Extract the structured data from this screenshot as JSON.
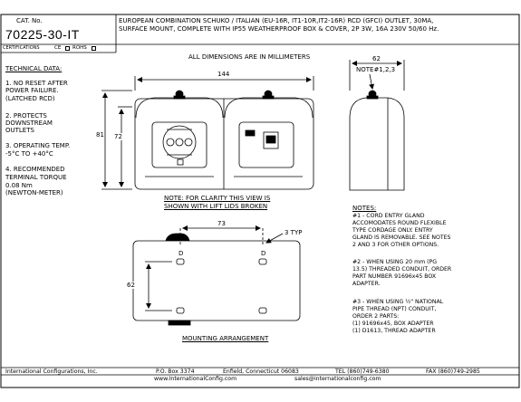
{
  "header": {
    "cat_label": "CAT. No.",
    "cat_number": "70225-30-IT",
    "description": [
      "EUROPEAN COMBINATION SCHUKO / ITALIAN (EU-16R, IT1-10R,IT2-16R) RCD (GFCI) OUTLET, 30MA,",
      "SURFACE MOUNT, COMPLETE WITH IP55 WEATHERPROOF BOX & COVER, 2P 3W, 16A 230V 50/60 Hz."
    ],
    "certifications_label": "CERTIFICATIONS",
    "cert_ce": "CE",
    "cert_rohs": "ROHS"
  },
  "dimensions_note": "ALL DIMENSIONS ARE IN MILLIMETERS",
  "technical": {
    "title": "TECHNICAL DATA:",
    "items": [
      [
        "1. NO RESET AFTER",
        "POWER FAILURE.",
        "(LATCHED RCD)"
      ],
      [
        "2. PROTECTS",
        "DOWNSTREAM",
        "OUTLETS"
      ],
      [
        "3. OPERATING TEMP.",
        "-5°C TO +40°C"
      ],
      [
        "4. RECOMMENDED",
        "TERMINAL TORQUE",
        "0.08 Nm",
        "(NEWTON-METER)"
      ]
    ]
  },
  "front_view": {
    "dim_width": "144",
    "dim_height_outer": "81",
    "dim_height_inner": "72",
    "note": [
      "NOTE: FOR CLARITY THIS VIEW IS",
      "SHOWN WITH LIFT LIDS BROKEN"
    ]
  },
  "side_view": {
    "dim_depth": "62",
    "note_ref": "NOTE#1,2,3"
  },
  "mounting": {
    "dim_spacing": "73",
    "dim_height": "62",
    "dim_typ": "3 TYP",
    "hole_left": "D",
    "hole_right": "D",
    "title": "MOUNTING ARRANGEMENT"
  },
  "notes": {
    "title": "NOTES:",
    "items": [
      [
        "#1 - CORD ENTRY GLAND",
        "ACCOMODATES ROUND FLEXIBLE",
        "TYPE CORDAGE ONLY. ENTRY",
        "GLAND IS REMOVABLE. SEE NOTES",
        "2 AND 3 FOR OTHER OPTIONS."
      ],
      [
        "#2 - WHEN USING 20 mm (PG",
        "13.5) THREADED CONDUIT, ORDER",
        "PART NUMBER 91696x45 BOX",
        "ADAPTER."
      ],
      [
        "#3 - WHEN USING ½\" NATIONAL",
        "PIPE THREAD (NPT) CONDUIT,",
        "ORDER 2 PARTS:",
        "(1) 91696x45, BOX ADAPTER",
        "(1) D1613, THREAD ADAPTER"
      ]
    ]
  },
  "footer": {
    "company": "International Configurations, Inc.",
    "pobox": "P.O. Box 3374",
    "city": "Enfield, Connecticut 06083",
    "tel": "TEL (860)749-6380",
    "fax": "FAX (860)749-2985",
    "web": "www.InternationalConfig.com",
    "email": "sales@internationalconfig.com"
  }
}
